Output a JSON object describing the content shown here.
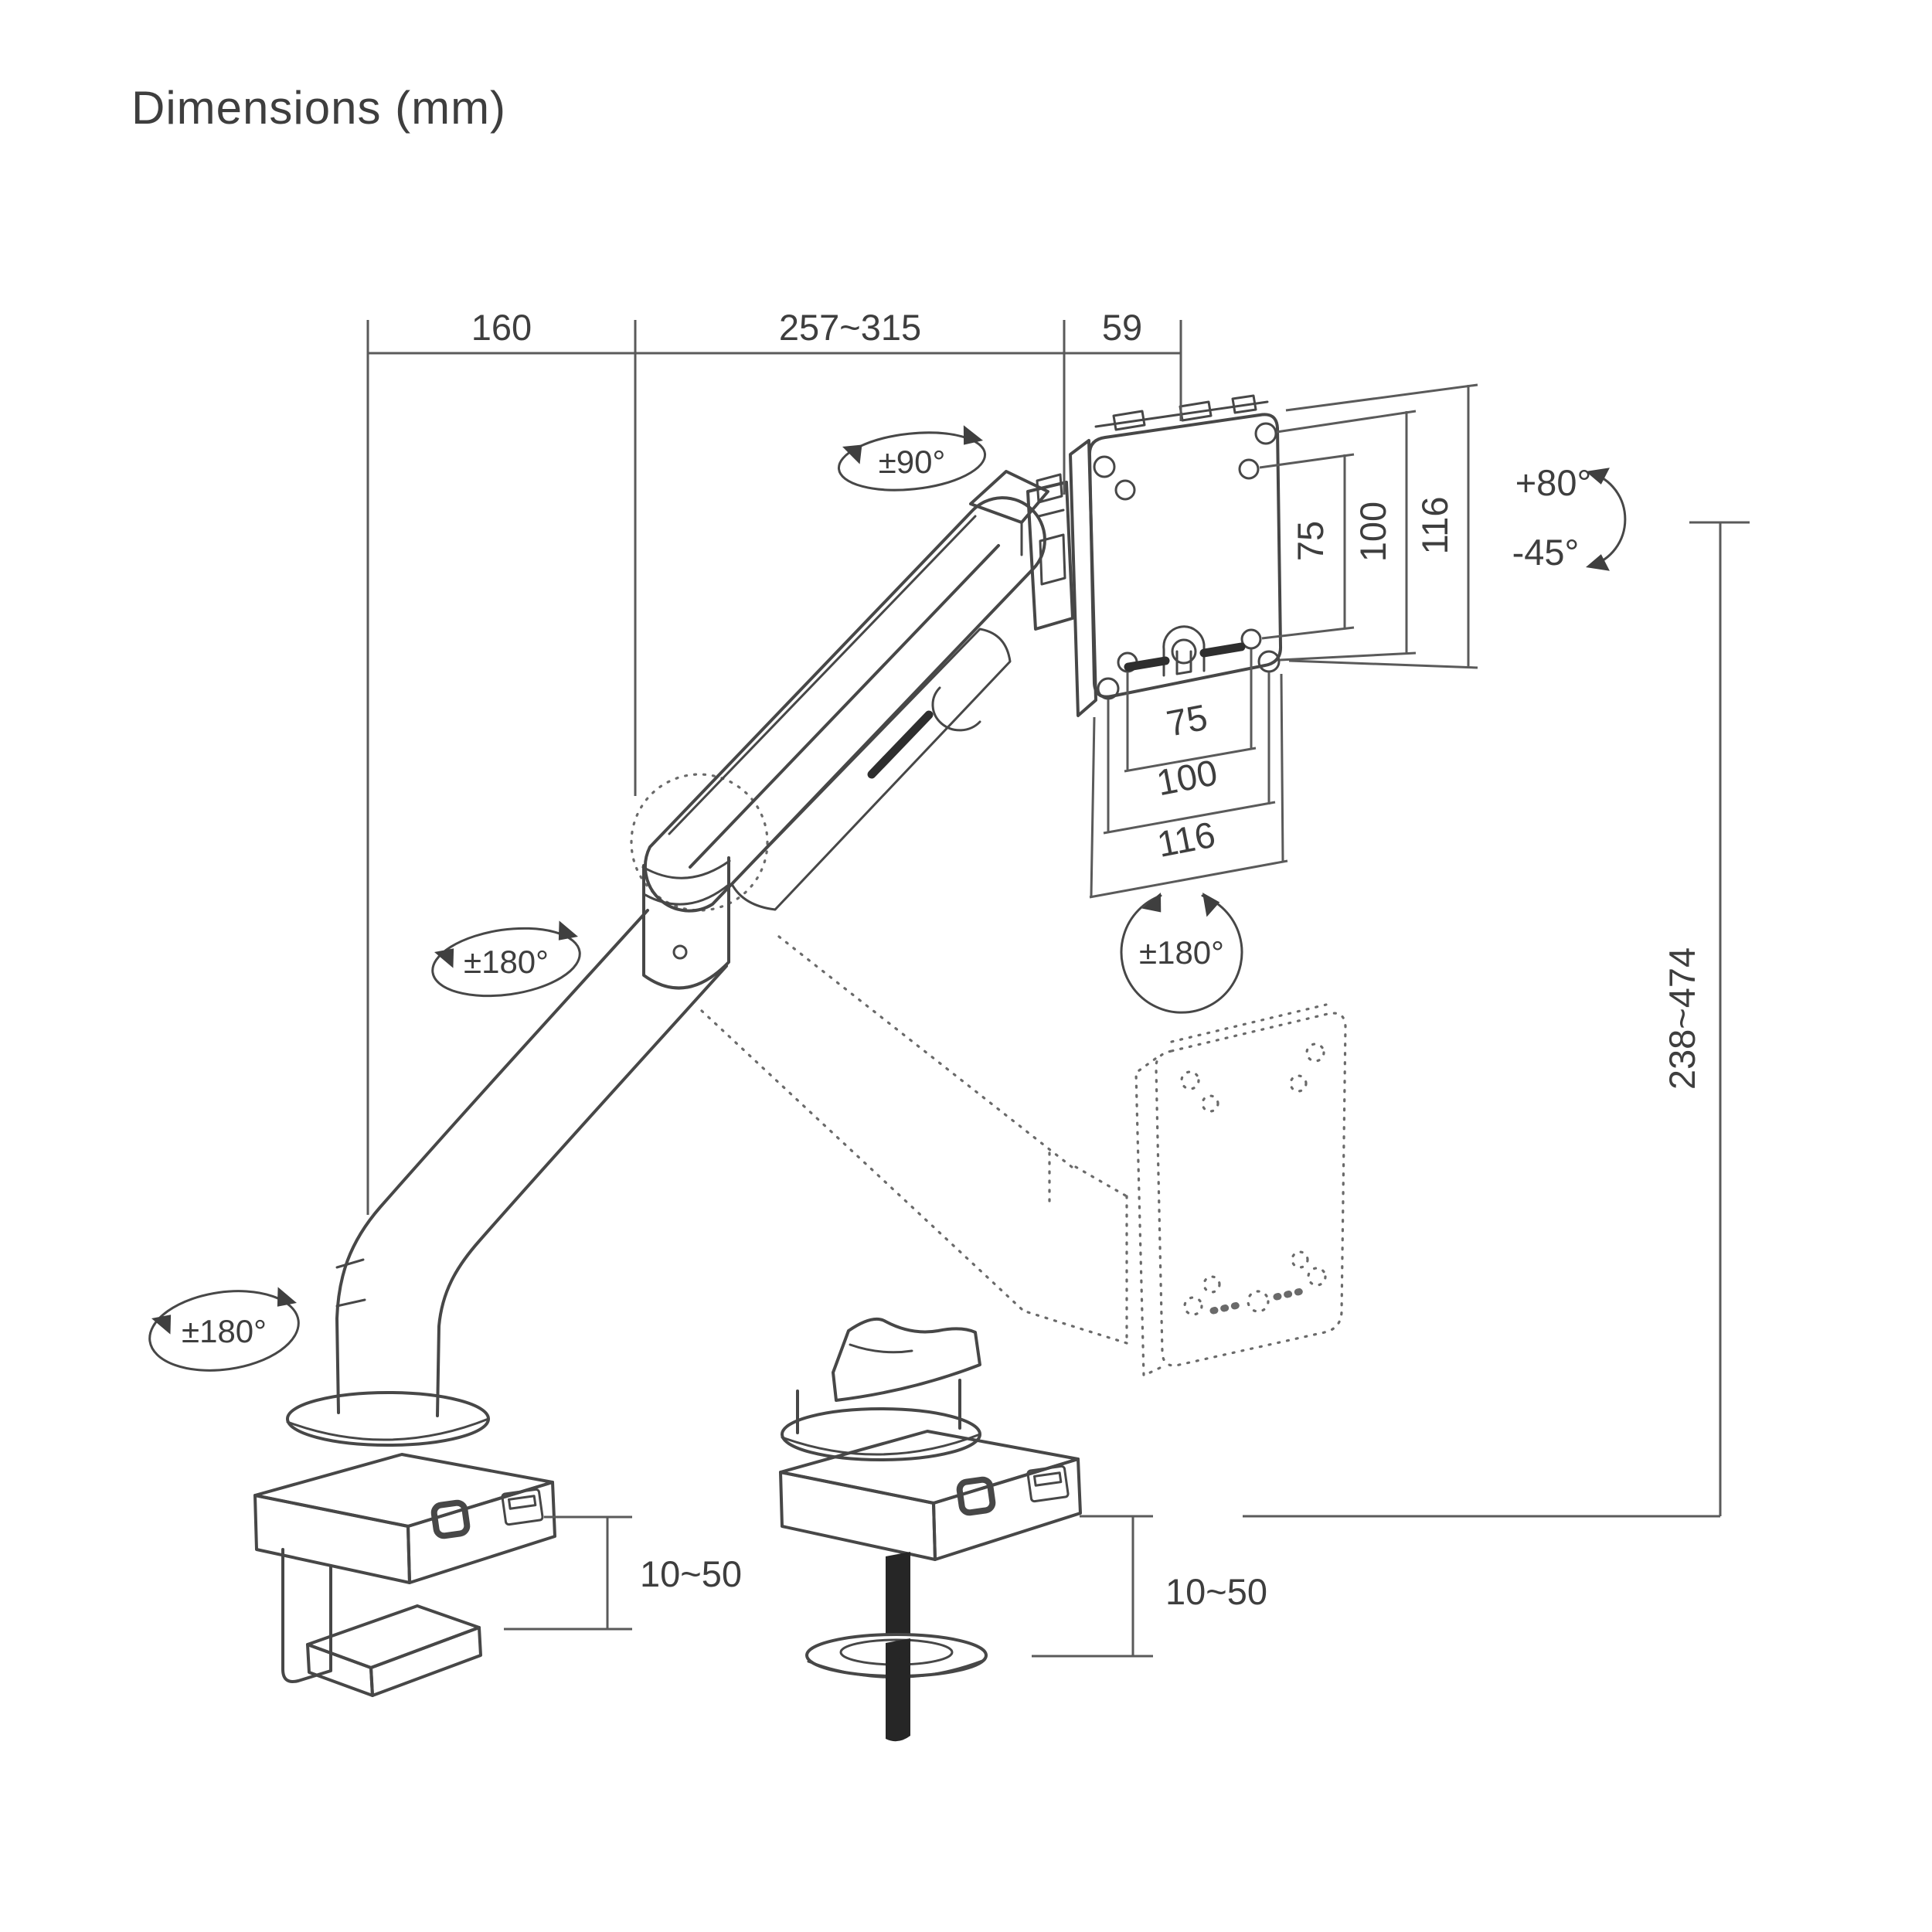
{
  "title": "Dimensions (mm)",
  "units": "mm",
  "colors": {
    "background": "#ffffff",
    "line": "#474747",
    "dimension_line": "#5a5a5a",
    "text": "#3e3e3e",
    "rod": "#262626"
  },
  "dims": {
    "top": [
      {
        "label": "160"
      },
      {
        "label": "257~315"
      },
      {
        "label": "59"
      }
    ],
    "vesa_v": [
      {
        "label": "75"
      },
      {
        "label": "100"
      },
      {
        "label": "116"
      }
    ],
    "vesa_h": [
      {
        "label": "75"
      },
      {
        "label": "100"
      },
      {
        "label": "116"
      }
    ],
    "height": {
      "label": "238~474"
    },
    "clamp_left": {
      "label": "10~50"
    },
    "clamp_right": {
      "label": "10~50"
    }
  },
  "rot": {
    "head_swivel": {
      "label": "±90°"
    },
    "screen": {
      "label": "±180°"
    },
    "elbow": {
      "label": "±180°"
    },
    "base": {
      "label": "±180°"
    },
    "tilt_up": {
      "label": "+80°"
    },
    "tilt_down": {
      "label": "-45°"
    }
  }
}
